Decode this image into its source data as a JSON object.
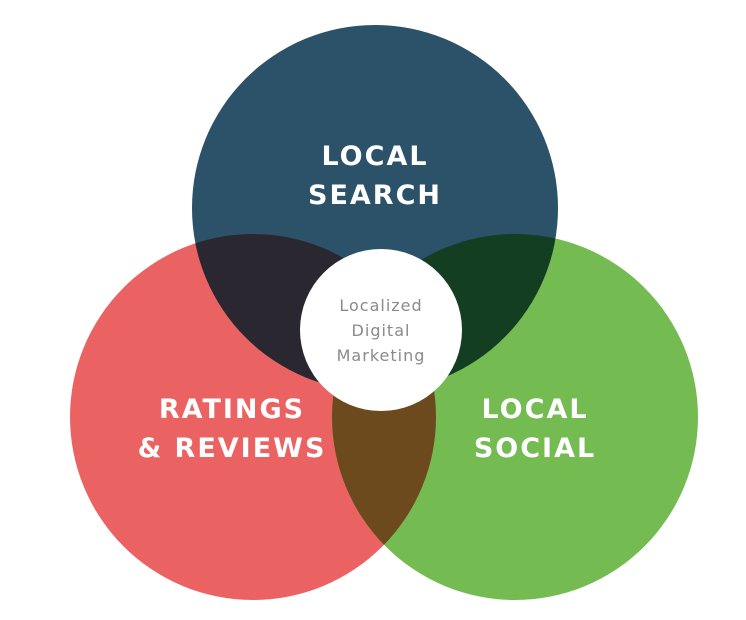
{
  "diagram": {
    "circles": [
      {
        "id": "search",
        "lines": [
          "LOCAL",
          "SEARCH"
        ],
        "color": "#2b5269"
      },
      {
        "id": "reviews",
        "lines": [
          "RATINGS",
          "& REVIEWS"
        ],
        "color": "#ea6362"
      },
      {
        "id": "social",
        "lines": [
          "LOCAL",
          "SOCIAL"
        ],
        "color": "#74bc51"
      }
    ],
    "overlaps": {
      "search_reviews": "#2a2730",
      "search_social": "#133e22",
      "reviews_social": "#6c4a1e"
    },
    "center": {
      "lines": [
        "Localized",
        "Digital",
        "Marketing"
      ],
      "fill": "#ffffff",
      "text_color": "#8a8a8a"
    }
  }
}
